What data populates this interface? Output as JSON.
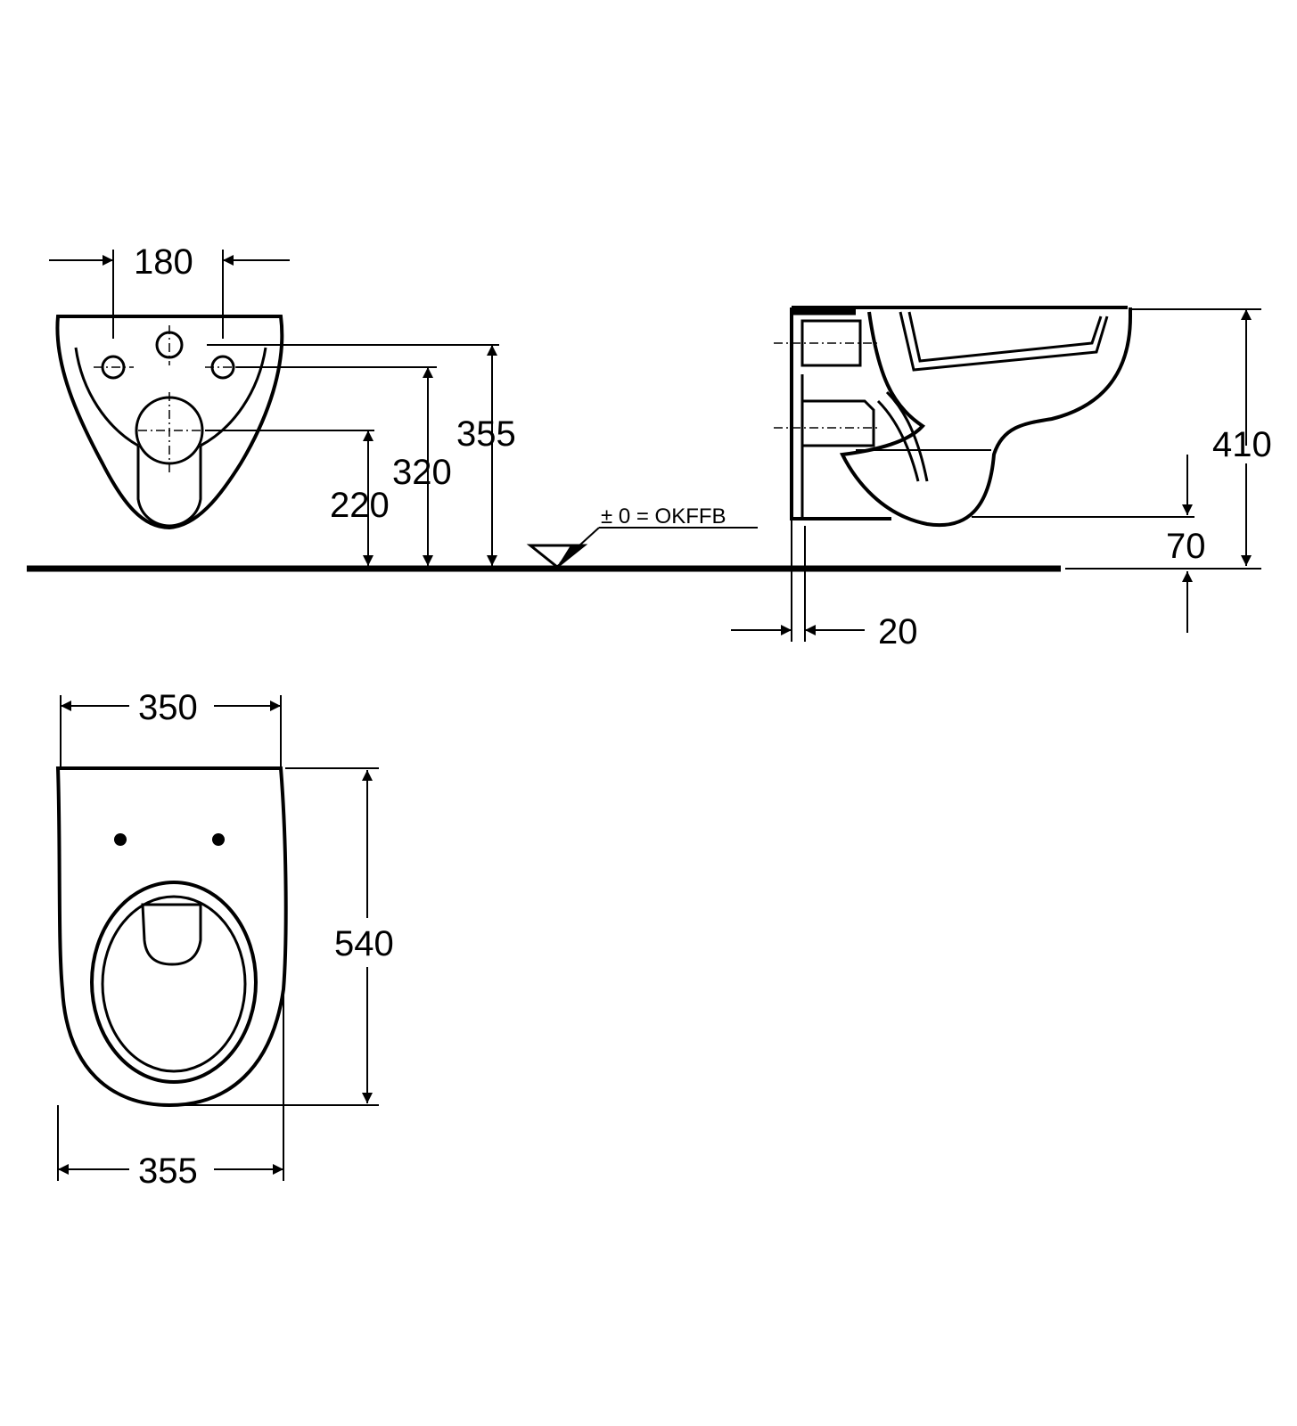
{
  "dimensions": {
    "front_fixing_spacing": "180",
    "front_height_top_inlet": "355",
    "front_height_fixings": "320",
    "front_height_outlet": "220",
    "side_overall_height": "410",
    "side_bottom_clearance": "70",
    "side_wall_offset": "20",
    "top_width_rear": "350",
    "top_width_max": "355",
    "top_depth": "540"
  },
  "floor_reference_label": "± 0 = OKFFB",
  "ink_color": "#000000"
}
